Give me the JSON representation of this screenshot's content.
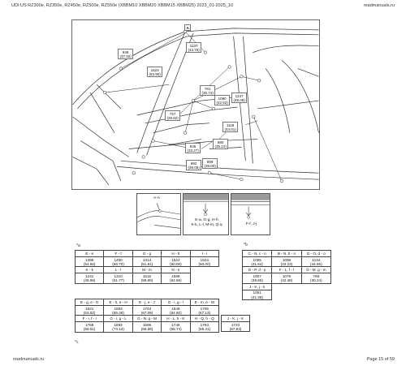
{
  "header": {
    "title": "UDI:US RZ300e, RZ350e, RZ450e, RZ500e, RZ550e (XBBM10 XBBM20 XBBM15 XBBM25) 2023_01-2025_10",
    "site": "readmanuals.ru"
  },
  "footer": {
    "site": "readmanuals.ru",
    "page": "Page 15 of 59"
  },
  "callouts": {
    "a": "A",
    "c1137": "1137\n(44.76)",
    "c948": "948\n(37.32)",
    "c1623": "1623\n(63.90)",
    "c781": "781\n(30.74)",
    "c1080": "1080\n(42.52)",
    "c1247": "1247\n(49.09)",
    "c727": "727\n(28.62)",
    "c1118": "1118\n(44.01)",
    "c845": "845\n(33.27)",
    "c992": "992\n(39.05)",
    "c880": "880\n(35.12)",
    "c889": "889\n(35.00)"
  },
  "details": {
    "aa": "A-A",
    "d1": "E-a, G-g, H-h\nK-k, L-l, M-m, Q-q",
    "d2": "F-f, J-j"
  },
  "marks": {
    "mm": "*a",
    "inch": "*b",
    "note": "*c"
  },
  "table1": {
    "rows": [
      [
        "E - e",
        "F - f",
        "G - g",
        "H - h",
        "I - i"
      ],
      [
        "1395\n(54.92)",
        "1490\n(58.70)",
        "1314\n(51.81)",
        "1524\n(60.00)",
        "1524\n(60.00)"
      ],
      [
        "K - k",
        "L - l",
        "M - m",
        "N - n",
        ""
      ],
      [
        "1241\n(48.86)",
        "1310\n(51.77)",
        "1516\n(59.69)",
        "1589\n(62.56)",
        ""
      ]
    ]
  },
  "table2": {
    "rows": [
      [
        "C - N, c - n",
        "B - N, b - n",
        "D - O, d - o"
      ],
      [
        "1055\n(41.54)",
        "1098\n(43.23)",
        "1134\n(44.65)"
      ],
      [
        "D - P, d - p",
        "F - L, f - l",
        "G - M, g - m"
      ],
      [
        "1007\n(39.65)",
        "1079\n(42.48)",
        "768\n(30.24)"
      ],
      [
        "J - K, j - k",
        "",
        ""
      ],
      [
        "1051\n(41.38)",
        "",
        ""
      ]
    ]
  },
  "table3": {
    "rows": [
      [
        "E - g, e - G",
        "E - h, e - H",
        "E - j, e - J",
        "G - i, g - I",
        "E - m, e - M"
      ],
      [
        "1621\n(63.82)",
        "1683\n(66.26)",
        "1704\n(67.09)",
        "1649\n(64.92)",
        "1705\n(67.13)"
      ],
      [
        "F - i, f - I",
        "G - i, g - L",
        "G - N, g - M",
        "H - L, h - K",
        "H - Q, h - Q"
      ],
      [
        "1768\n(69.61)",
        "1883\n(74.13)",
        "1699\n(66.89)",
        "1746\n(68.74)",
        "1763\n(69.41)"
      ]
    ]
  },
  "table3b": {
    "rows": [
      [
        "J - K, j - K"
      ],
      [
        "1723\n(67.83)"
      ]
    ]
  }
}
